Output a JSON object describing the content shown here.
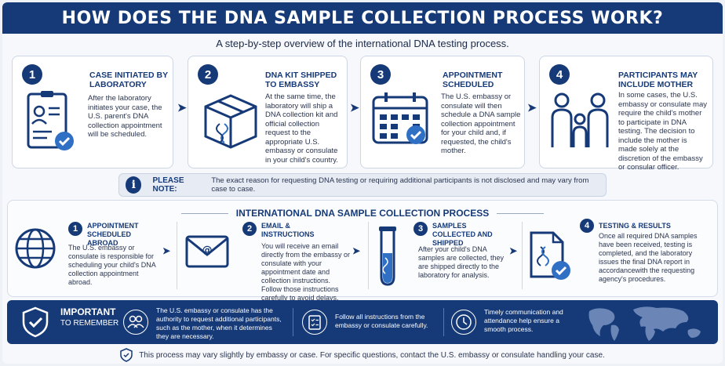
{
  "header": {
    "title": "HOW DOES THE DNA SAMPLE COLLECTION PROCESS WORK?",
    "subtitle": "A step-by-step overview of the international DNA testing process."
  },
  "top_steps": [
    {
      "num": "1",
      "title": "Case initiated by laboratory",
      "text": "After the laboratory initiates your case, the U.S. parent's DNA collection appointment will be scheduled."
    },
    {
      "num": "2",
      "title": "DNA kit shipped to embassy",
      "text": "At the same time, the laboratory will ship a DNA collection kit and official collection request to the appropriate U.S. embassy or consulate in your child's country."
    },
    {
      "num": "3",
      "title": "Appointment scheduled",
      "text": "The U.S. embassy or consulate will then schedule a DNA sample collection appointment for your child and, if requested, the child's mother."
    },
    {
      "num": "4",
      "title": "Participants may include mother",
      "text": "In some cases, the U.S. embassy or consulate may require the child's mother to participate in DNA testing. The decision to include the mother is made solely at the discretion of the embassy or consular officer."
    }
  ],
  "note": {
    "label": "PLEASE NOTE:",
    "text": "The exact reason for requesting DNA testing or requiring additional participants is not disclosed and may vary from case to case."
  },
  "process": {
    "title": "INTERNATIONAL DNA SAMPLE COLLECTION PROCESS",
    "steps": [
      {
        "num": "1",
        "title": "Appointment scheduled abroad",
        "text": "The U.S. embassy or consulate is responsible for scheduling your child's DNA collection appointment abroad."
      },
      {
        "num": "2",
        "title": "Email & instructions",
        "text": "You will receive an email directly from the embassy or consulate with your appointment date and collection instructions. Follow those instructions carefully to avoid delays."
      },
      {
        "num": "3",
        "title": "Samples collected and shipped",
        "text": "After your child's DNA samples are collected, they are shipped directly to the laboratory for analysis."
      },
      {
        "num": "4",
        "title": "Testing & results",
        "text": "Once all required DNA samples have been received, testing is completed, and the laboratory issues the final DNA report in accordancewith the requesting agency's procedures."
      }
    ]
  },
  "important": {
    "title": "IMPORTANT",
    "subtitle": "TO REMEMBER",
    "items": [
      "The U.S. embassy or consulate has the authority to request additional participants, such as the mother, when it determines they are necessary.",
      "Follow all instructions from the embassy or consulate carefully.",
      "Timely communication and attendance help ensure a smooth process."
    ]
  },
  "footer": {
    "text": "This process may vary slightly by embassy or case. For specific questions, contact the U.S. embassy or consulate handling your case."
  },
  "colors": {
    "primary": "#163a78",
    "background": "#f7f8fb"
  },
  "icons": [
    "id-card-icon",
    "box-icon",
    "calendar-icon",
    "family-icon",
    "globe-icon",
    "envelope-icon",
    "test-tube-icon",
    "report-icon",
    "shield-check-icon",
    "people-icon",
    "checklist-icon",
    "clock-icon",
    "world-map-icon",
    "info-icon"
  ]
}
